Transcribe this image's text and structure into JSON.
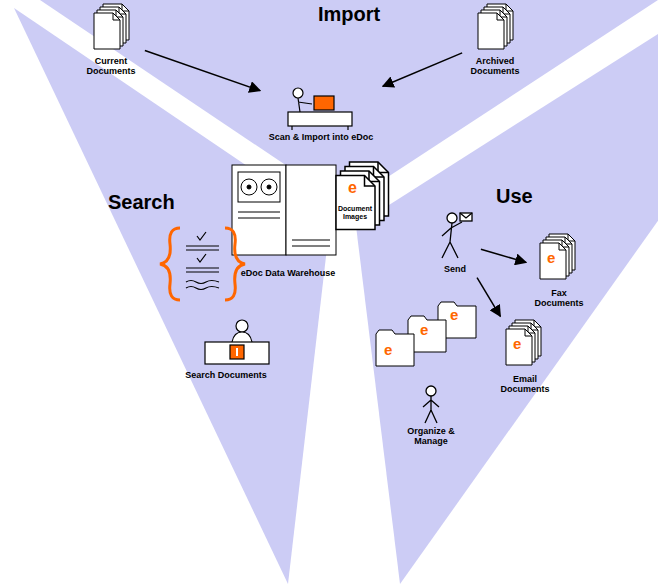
{
  "diagram": {
    "nodes": [
      {
        "text": [
          "Current Documents"
        ]
      },
      {
        "text": [
          "Archived Documents"
        ]
      },
      {
        "text": [
          "Scan & Import into eDoc"
        ]
      },
      {
        "text": [
          "eDoc Data Warehouse",
          "Document Images"
        ]
      },
      {
        "text": [
          "Search Documents"
        ]
      },
      {
        "text": [
          "Send"
        ]
      },
      {
        "text": [
          "Fax Documents"
        ]
      },
      {
        "text": [
          "Email Documents"
        ]
      },
      {
        "text": [
          "Organize & Manage"
        ]
      }
    ],
    "edges": [
      {
        "from": 0,
        "to": 2,
        "arrow": "to"
      },
      {
        "from": 1,
        "to": 2,
        "arrow": "to"
      },
      {
        "from": 5,
        "to": 6,
        "arrow": "to"
      },
      {
        "from": 5,
        "to": 7,
        "arrow": "to"
      }
    ],
    "labels": [
      "Import",
      "Search",
      "Use",
      "e",
      "e",
      "e",
      "e",
      "e",
      "e"
    ]
  }
}
